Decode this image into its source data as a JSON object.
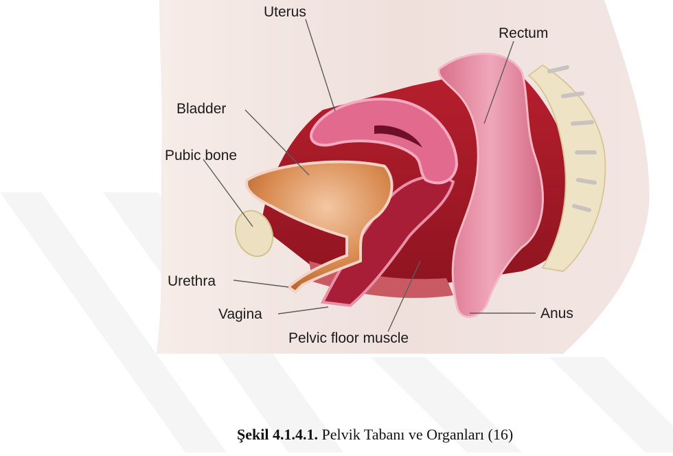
{
  "figure": {
    "labels": {
      "uterus": "Uterus",
      "rectum": "Rectum",
      "bladder": "Bladder",
      "pubic_bone": "Pubic bone",
      "urethra": "Urethra",
      "vagina": "Vagina",
      "pelvic_floor_muscle": "Pelvic floor muscle",
      "anus": "Anus"
    }
  },
  "caption": {
    "number": "Şekil 4.1.4.1.",
    "text": " Pelvik Tabanı ve Organları (16)"
  }
}
